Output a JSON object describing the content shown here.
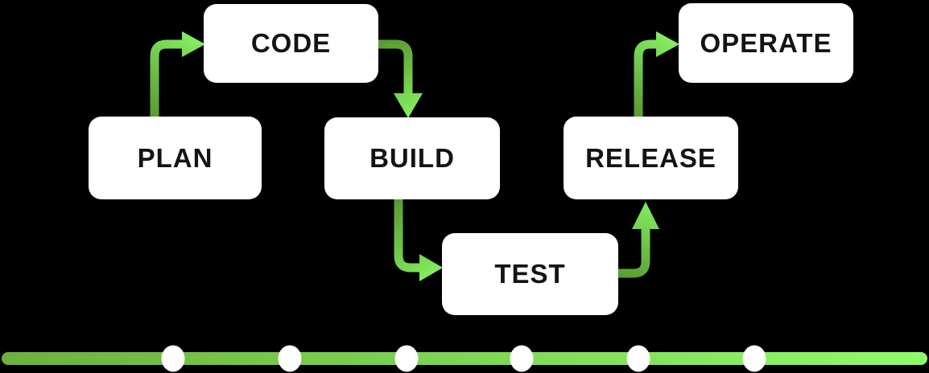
{
  "diagram": {
    "name": "devops-pipeline-flow",
    "nodes": [
      {
        "id": "plan",
        "label": "PLAN"
      },
      {
        "id": "code",
        "label": "CODE"
      },
      {
        "id": "build",
        "label": "BUILD"
      },
      {
        "id": "test",
        "label": "TEST"
      },
      {
        "id": "release",
        "label": "RELEASE"
      },
      {
        "id": "operate",
        "label": "OPERATE"
      }
    ],
    "edges": [
      {
        "from": "PLAN",
        "to": "CODE"
      },
      {
        "from": "CODE",
        "to": "BUILD"
      },
      {
        "from": "BUILD",
        "to": "TEST"
      },
      {
        "from": "TEST",
        "to": "RELEASE"
      },
      {
        "from": "RELEASE",
        "to": "OPERATE"
      }
    ],
    "timeline": {
      "dot_count": 6,
      "dot_positions_x": [
        215,
        360,
        505,
        648,
        793,
        937
      ]
    },
    "colors": {
      "background": "#000000",
      "node_fill": "#ffffff",
      "node_text": "#141414",
      "arrow_gradient_start": "#5a9a31",
      "arrow_gradient_end": "#84ee61",
      "timeline_gradient_start": "#6cb23e",
      "timeline_gradient_end": "#8ffa69",
      "timeline_dot_fill": "#ffffff"
    }
  }
}
